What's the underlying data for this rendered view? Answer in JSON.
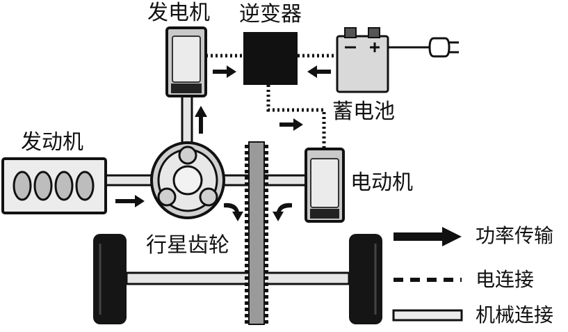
{
  "labels": {
    "generator": "发电机",
    "inverter": "逆变器",
    "battery": "蓄电池",
    "engine": "发动机",
    "motor": "电动机",
    "planetary_gear": "行星齿轮"
  },
  "legend": {
    "power_transmission": "功率传输",
    "electrical_connection": "电连接",
    "mechanical_connection": "机械连接"
  },
  "colors": {
    "ink": "#111111",
    "shaft_fill": "#e6e6e6",
    "component_fill": "#d9d9d9",
    "screen_fill": "#ebebeb"
  }
}
